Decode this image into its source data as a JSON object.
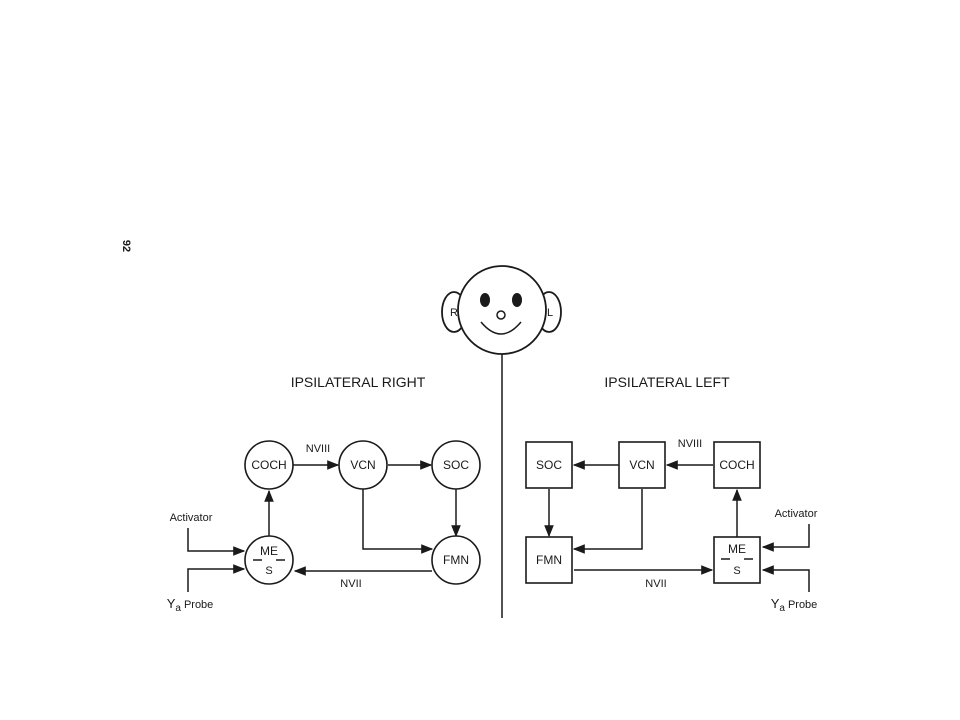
{
  "page_number": "92",
  "face": {
    "right_ear": "R",
    "left_ear": "L"
  },
  "right": {
    "title": "IPSILATERAL RIGHT",
    "nodes": {
      "coch": "COCH",
      "vcn": "VCN",
      "soc": "SOC",
      "fmn": "FMN",
      "me_top": "ME",
      "me_bottom": "S"
    },
    "labels": {
      "nviii": "NVIII",
      "nvii": "NVII",
      "activator": "Activator",
      "probe_y": "Y",
      "probe_sub": "a",
      "probe_word": "Probe"
    }
  },
  "left": {
    "title": "IPSILATERAL LEFT",
    "nodes": {
      "soc": "SOC",
      "vcn": "VCN",
      "coch": "COCH",
      "fmn": "FMN",
      "me_top": "ME",
      "me_bottom": "S"
    },
    "labels": {
      "nviii": "NVIII",
      "nvii": "NVII",
      "activator": "Activator",
      "probe_y": "Y",
      "probe_sub": "a",
      "probe_word": "Probe"
    }
  }
}
